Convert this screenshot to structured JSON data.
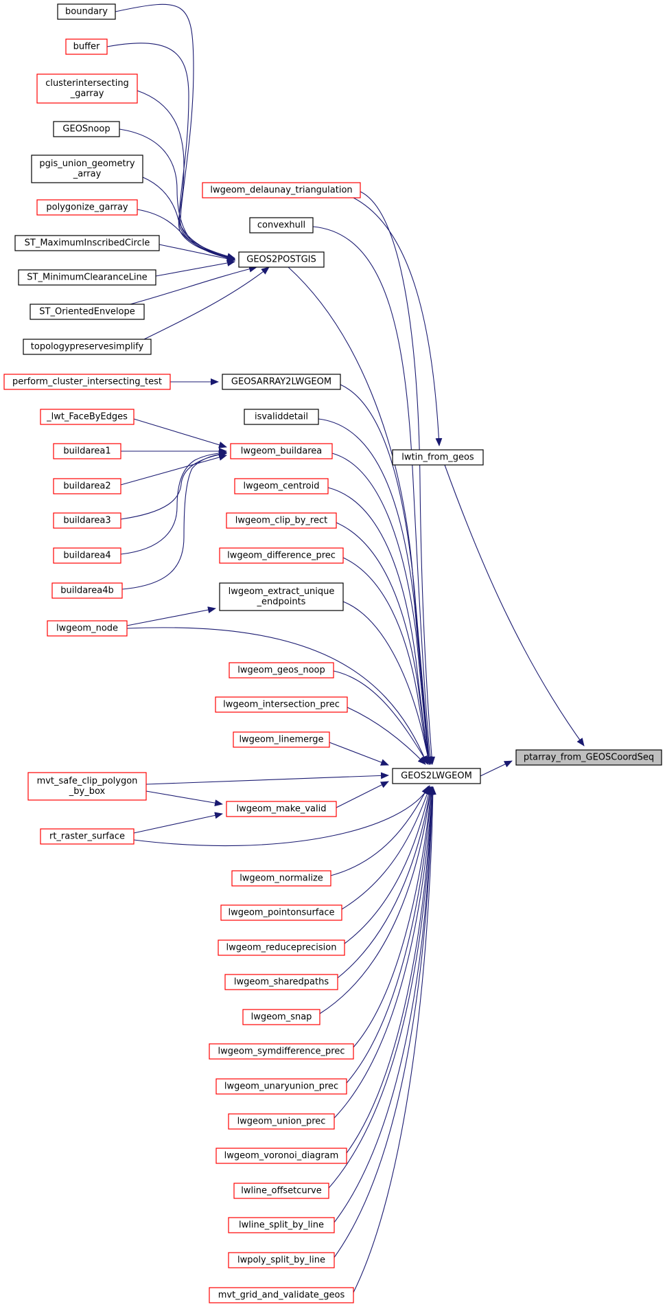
{
  "colors": {
    "edge": "#191970",
    "border_black": "#000000",
    "border_red": "#ff0000",
    "highlight_fill": "#bfbfbf",
    "node_fill": "#ffffff"
  },
  "nodes": {
    "boundary": {
      "lines": [
        "boundary"
      ],
      "border": "black"
    },
    "buffer": {
      "lines": [
        "buffer"
      ],
      "border": "red"
    },
    "clusterintersecting_garray": {
      "lines": [
        "clusterintersecting",
        "_garray"
      ],
      "border": "red"
    },
    "geosnoop": {
      "lines": [
        "GEOSnoop"
      ],
      "border": "black"
    },
    "pgis_union_geometry_array": {
      "lines": [
        "pgis_union_geometry",
        "_array"
      ],
      "border": "black"
    },
    "polygonize_garray": {
      "lines": [
        "polygonize_garray"
      ],
      "border": "red"
    },
    "st_maximuminscribedcircle": {
      "lines": [
        "ST_MaximumInscribedCircle"
      ],
      "border": "black"
    },
    "st_minimumclearanceline": {
      "lines": [
        "ST_MinimumClearanceLine"
      ],
      "border": "black"
    },
    "st_orientedenvelope": {
      "lines": [
        "ST_OrientedEnvelope"
      ],
      "border": "black"
    },
    "topologypreservesimplify": {
      "lines": [
        "topologypreservesimplify"
      ],
      "border": "black"
    },
    "perform_cluster_intersecting_test": {
      "lines": [
        "perform_cluster_intersecting_test"
      ],
      "border": "red"
    },
    "lwt_facebyedges": {
      "lines": [
        "_lwt_FaceByEdges"
      ],
      "border": "red"
    },
    "buildarea1": {
      "lines": [
        "buildarea1"
      ],
      "border": "red"
    },
    "buildarea2": {
      "lines": [
        "buildarea2"
      ],
      "border": "red"
    },
    "buildarea3": {
      "lines": [
        "buildarea3"
      ],
      "border": "red"
    },
    "buildarea4": {
      "lines": [
        "buildarea4"
      ],
      "border": "red"
    },
    "buildarea4b": {
      "lines": [
        "buildarea4b"
      ],
      "border": "red"
    },
    "lwgeom_node": {
      "lines": [
        "lwgeom_node"
      ],
      "border": "red"
    },
    "mvt_safe_clip_polygon_by_box": {
      "lines": [
        "mvt_safe_clip_polygon",
        "_by_box"
      ],
      "border": "red"
    },
    "rt_raster_surface": {
      "lines": [
        "rt_raster_surface"
      ],
      "border": "red"
    },
    "lwgeom_delaunay_triangulation": {
      "lines": [
        "lwgeom_delaunay_triangulation"
      ],
      "border": "red"
    },
    "convexhull": {
      "lines": [
        "convexhull"
      ],
      "border": "black"
    },
    "geos2postgis": {
      "lines": [
        "GEOS2POSTGIS"
      ],
      "border": "black"
    },
    "geosarray2lwgeom": {
      "lines": [
        "GEOSARRAY2LWGEOM"
      ],
      "border": "black"
    },
    "isvaliddetail": {
      "lines": [
        "isvaliddetail"
      ],
      "border": "black"
    },
    "lwgeom_buildarea": {
      "lines": [
        "lwgeom_buildarea"
      ],
      "border": "red"
    },
    "lwgeom_centroid": {
      "lines": [
        "lwgeom_centroid"
      ],
      "border": "red"
    },
    "lwgeom_clip_by_rect": {
      "lines": [
        "lwgeom_clip_by_rect"
      ],
      "border": "red"
    },
    "lwgeom_difference_prec": {
      "lines": [
        "lwgeom_difference_prec"
      ],
      "border": "red"
    },
    "lwgeom_extract_unique_endpoints": {
      "lines": [
        "lwgeom_extract_unique",
        "_endpoints"
      ],
      "border": "black"
    },
    "lwgeom_geos_noop": {
      "lines": [
        "lwgeom_geos_noop"
      ],
      "border": "red"
    },
    "lwgeom_intersection_prec": {
      "lines": [
        "lwgeom_intersection_prec"
      ],
      "border": "red"
    },
    "lwgeom_linemerge": {
      "lines": [
        "lwgeom_linemerge"
      ],
      "border": "red"
    },
    "lwgeom_make_valid": {
      "lines": [
        "lwgeom_make_valid"
      ],
      "border": "red"
    },
    "lwgeom_normalize": {
      "lines": [
        "lwgeom_normalize"
      ],
      "border": "red"
    },
    "lwgeom_pointonsurface": {
      "lines": [
        "lwgeom_pointonsurface"
      ],
      "border": "red"
    },
    "lwgeom_reduceprecision": {
      "lines": [
        "lwgeom_reduceprecision"
      ],
      "border": "red"
    },
    "lwgeom_sharedpaths": {
      "lines": [
        "lwgeom_sharedpaths"
      ],
      "border": "red"
    },
    "lwgeom_snap": {
      "lines": [
        "lwgeom_snap"
      ],
      "border": "red"
    },
    "lwgeom_symdifference_prec": {
      "lines": [
        "lwgeom_symdifference_prec"
      ],
      "border": "red"
    },
    "lwgeom_unaryunion_prec": {
      "lines": [
        "lwgeom_unaryunion_prec"
      ],
      "border": "red"
    },
    "lwgeom_union_prec": {
      "lines": [
        "lwgeom_union_prec"
      ],
      "border": "red"
    },
    "lwgeom_voronoi_diagram": {
      "lines": [
        "lwgeom_voronoi_diagram"
      ],
      "border": "red"
    },
    "lwline_offsetcurve": {
      "lines": [
        "lwline_offsetcurve"
      ],
      "border": "red"
    },
    "lwline_split_by_line": {
      "lines": [
        "lwline_split_by_line"
      ],
      "border": "red"
    },
    "lwpoly_split_by_line": {
      "lines": [
        "lwpoly_split_by_line"
      ],
      "border": "red"
    },
    "mvt_grid_and_validate_geos": {
      "lines": [
        "mvt_grid_and_validate_geos"
      ],
      "border": "red"
    },
    "geos2lwgeom": {
      "lines": [
        "GEOS2LWGEOM"
      ],
      "border": "black"
    },
    "lwtin_from_geos": {
      "lines": [
        "lwtin_from_geos"
      ],
      "border": "black"
    },
    "ptarray_from_geoscoordseq": {
      "lines": [
        "ptarray_from_GEOSCoordSeq"
      ],
      "border": "black",
      "highlighted": true
    }
  },
  "edges": [
    [
      "boundary",
      "geos2postgis"
    ],
    [
      "buffer",
      "geos2postgis"
    ],
    [
      "clusterintersecting_garray",
      "geos2postgis"
    ],
    [
      "geosnoop",
      "geos2postgis"
    ],
    [
      "pgis_union_geometry_array",
      "geos2postgis"
    ],
    [
      "polygonize_garray",
      "geos2postgis"
    ],
    [
      "st_maximuminscribedcircle",
      "geos2postgis"
    ],
    [
      "st_minimumclearanceline",
      "geos2postgis"
    ],
    [
      "st_orientedenvelope",
      "geos2postgis"
    ],
    [
      "topologypreservesimplify",
      "geos2postgis"
    ],
    [
      "perform_cluster_intersecting_test",
      "geosarray2lwgeom"
    ],
    [
      "lwt_facebyedges",
      "lwgeom_buildarea"
    ],
    [
      "buildarea1",
      "lwgeom_buildarea"
    ],
    [
      "buildarea2",
      "lwgeom_buildarea"
    ],
    [
      "buildarea3",
      "lwgeom_buildarea"
    ],
    [
      "buildarea4",
      "lwgeom_buildarea"
    ],
    [
      "buildarea4b",
      "lwgeom_buildarea"
    ],
    [
      "lwgeom_node",
      "lwgeom_extract_unique_endpoints"
    ],
    [
      "lwgeom_node",
      "geos2lwgeom"
    ],
    [
      "mvt_safe_clip_polygon_by_box",
      "geos2lwgeom"
    ],
    [
      "mvt_safe_clip_polygon_by_box",
      "lwgeom_make_valid"
    ],
    [
      "rt_raster_surface",
      "lwgeom_make_valid"
    ],
    [
      "rt_raster_surface",
      "geos2lwgeom"
    ],
    [
      "lwgeom_delaunay_triangulation",
      "geos2lwgeom"
    ],
    [
      "lwgeom_delaunay_triangulation",
      "lwtin_from_geos"
    ],
    [
      "convexhull",
      "geos2lwgeom"
    ],
    [
      "geos2postgis",
      "geos2lwgeom"
    ],
    [
      "geosarray2lwgeom",
      "geos2lwgeom"
    ],
    [
      "isvaliddetail",
      "geos2lwgeom"
    ],
    [
      "lwgeom_buildarea",
      "geos2lwgeom"
    ],
    [
      "lwgeom_centroid",
      "geos2lwgeom"
    ],
    [
      "lwgeom_clip_by_rect",
      "geos2lwgeom"
    ],
    [
      "lwgeom_difference_prec",
      "geos2lwgeom"
    ],
    [
      "lwgeom_extract_unique_endpoints",
      "geos2lwgeom"
    ],
    [
      "lwgeom_geos_noop",
      "geos2lwgeom"
    ],
    [
      "lwgeom_intersection_prec",
      "geos2lwgeom"
    ],
    [
      "lwgeom_linemerge",
      "geos2lwgeom"
    ],
    [
      "lwgeom_make_valid",
      "geos2lwgeom"
    ],
    [
      "lwgeom_normalize",
      "geos2lwgeom"
    ],
    [
      "lwgeom_pointonsurface",
      "geos2lwgeom"
    ],
    [
      "lwgeom_reduceprecision",
      "geos2lwgeom"
    ],
    [
      "lwgeom_sharedpaths",
      "geos2lwgeom"
    ],
    [
      "lwgeom_snap",
      "geos2lwgeom"
    ],
    [
      "lwgeom_symdifference_prec",
      "geos2lwgeom"
    ],
    [
      "lwgeom_unaryunion_prec",
      "geos2lwgeom"
    ],
    [
      "lwgeom_union_prec",
      "geos2lwgeom"
    ],
    [
      "lwgeom_voronoi_diagram",
      "geos2lwgeom"
    ],
    [
      "lwline_offsetcurve",
      "geos2lwgeom"
    ],
    [
      "lwline_split_by_line",
      "geos2lwgeom"
    ],
    [
      "lwpoly_split_by_line",
      "geos2lwgeom"
    ],
    [
      "mvt_grid_and_validate_geos",
      "geos2lwgeom"
    ],
    [
      "geos2lwgeom",
      "ptarray_from_geoscoordseq"
    ],
    [
      "lwtin_from_geos",
      "ptarray_from_geoscoordseq"
    ]
  ]
}
